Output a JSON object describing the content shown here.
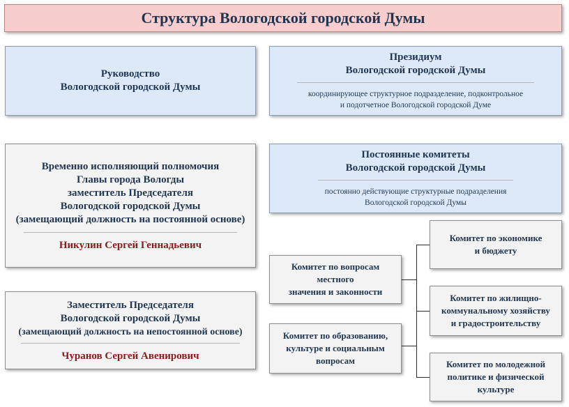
{
  "title": "Структура Вологодской городской Думы",
  "leadership": {
    "lines": [
      "Руководство",
      "Вологодской городской Думы"
    ]
  },
  "presidium": {
    "lines": [
      "Президиум",
      "Вологодской городской Думы"
    ],
    "desc": [
      "координирующее структурное подразделение, подконтрольное",
      "и подотчетное Вологодской городской Думе"
    ]
  },
  "acting_head": {
    "lines": [
      "Временно исполняющий полномочия",
      "Главы города Вологды",
      "заместитель Председателя",
      "Вологодской городской Думы",
      "(замещающий должность на постоянной основе)"
    ],
    "person": "Никулин Сергей Геннадьевич"
  },
  "deputy": {
    "lines": [
      "Заместитель Председателя",
      "Вологодской городской Думы",
      "(замещающий должность на непостоянной основе)"
    ],
    "person": "Чуранов Сергей Авенирович"
  },
  "standing_committees": {
    "lines": [
      "Постоянные комитеты",
      "Вологодской городской Думы"
    ],
    "desc": [
      "постоянно действующие структурные подразделения",
      "Вологодской городской Думы"
    ]
  },
  "committees_left": [
    {
      "lines": [
        "Комитет по вопросам",
        "местного",
        "значения и законности"
      ]
    },
    {
      "lines": [
        "Комитет по образованию,",
        "культуре и социальным",
        "вопросам"
      ]
    }
  ],
  "committees_right": [
    {
      "lines": [
        "Комитет по экономике",
        "и бюджету"
      ]
    },
    {
      "lines": [
        "Комитет по жилищно-",
        "коммунальному хозяйству",
        "и градостроительству"
      ]
    },
    {
      "lines": [
        "Комитет по молодежной",
        "политике и физической",
        "культуре"
      ]
    }
  ]
}
